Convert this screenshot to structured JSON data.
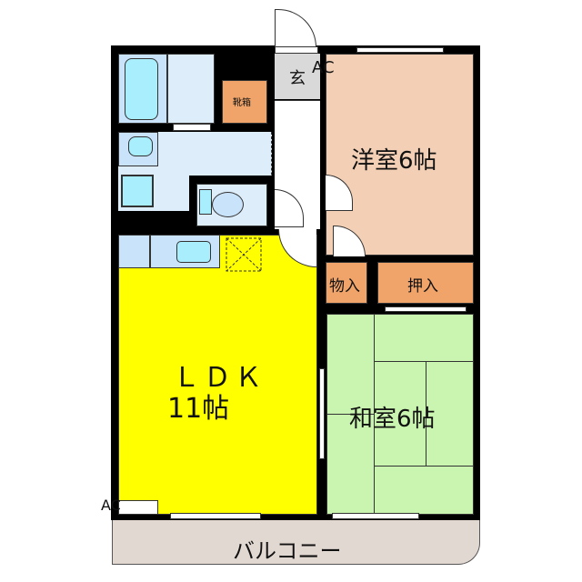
{
  "rooms": {
    "entrance": "玄",
    "entrance_ac": "AC",
    "shoe_box": "靴箱",
    "western_room": "洋室6帖",
    "storage": "物入",
    "closet": "押入",
    "ldk_name": "ＬＤＫ",
    "ldk_size": "11帖",
    "japanese_room": "和室6帖",
    "ldk_ac": "AC",
    "balcony": "バルコニー"
  },
  "colors": {
    "ldk": "#ffff00",
    "western_room": "#f2cfb5",
    "japanese_room": "#c9f5b0",
    "storage": "#f0a46a",
    "wet_area": "#ddeefa",
    "fixture": "#a8eefc",
    "entrance": "#d9d9d9",
    "balcony": "#e2d8d2"
  }
}
